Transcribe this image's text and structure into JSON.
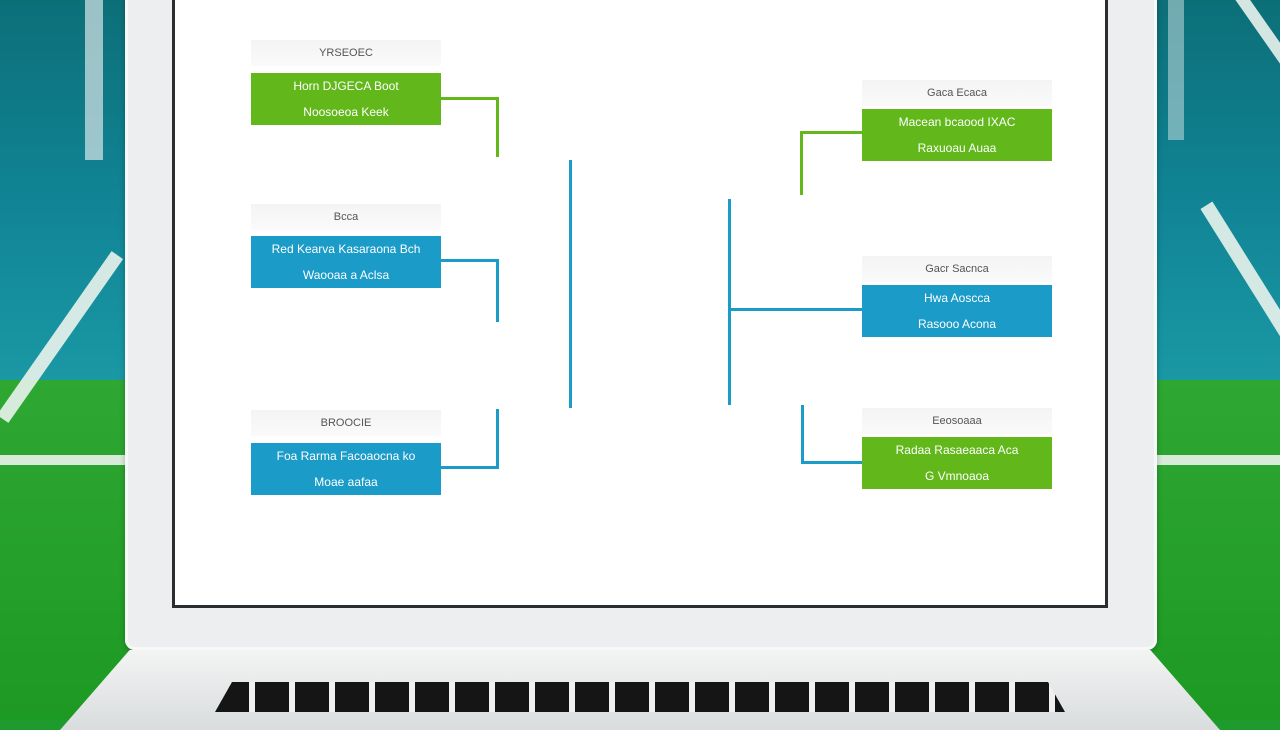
{
  "bracket": {
    "left": [
      {
        "label": "YRSEOEC",
        "line1": "Horn DJGECA Boot",
        "line2": "Noosoeoa Keek",
        "color": "#62b81b"
      },
      {
        "label": "Bcca",
        "line1": "Red Kearva Kasaraona Bch",
        "line2": "Waooaa a Aclsa",
        "color": "#1a9bc8"
      },
      {
        "label": "BROOCIE",
        "line1": "Foa Rarma Facoaocna ko",
        "line2": "Moae aafaa",
        "color": "#1a9bc8"
      }
    ],
    "right": [
      {
        "label": "Gaca Ecaca",
        "line1": "Macean bcaood IXAC",
        "line2": "Raxuoau Auaa",
        "color": "#62b81b"
      },
      {
        "label": "Gacr Sacnca",
        "line1": "Hwa Aoscca",
        "line2": "Rasooo Acona",
        "color": "#1a9bc8"
      },
      {
        "label": "Eeosoaaa",
        "line1": "Radaa Rasaeaaca Aca",
        "line2": "G Vmnoaoa",
        "color": "#62b81b"
      }
    ]
  }
}
